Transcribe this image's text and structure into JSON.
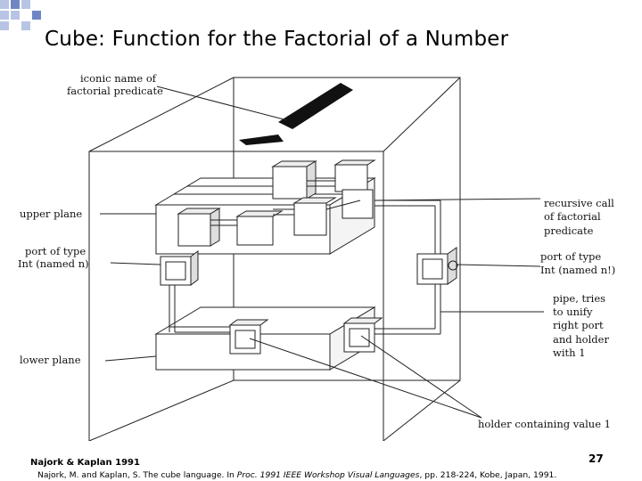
{
  "slide": {
    "title": "Cube: Function for the Factorial of a Number",
    "citation_short": "Najork & Kaplan 1991",
    "citation_full_prefix": "Najork, M. and Kaplan, S. The cube language. In ",
    "citation_full_italic": "Proc. 1991 IEEE Workshop Visual Languages",
    "citation_full_suffix": ", pp. 218-224, Kobe, Japan, 1991.",
    "page_number": "27"
  },
  "figure": {
    "labels": {
      "iconic_name_1": "iconic name of",
      "iconic_name_2": "factorial predicate",
      "upper_plane": "upper plane",
      "port_left_1": "port of type",
      "port_left_2": "Int (named n)",
      "lower_plane": "lower plane",
      "recursive_1": "recursive call",
      "recursive_2": "of factorial",
      "recursive_3": "predicate",
      "port_right_1": "port of type",
      "port_right_2": "Int (named n!)",
      "pipe_1": "pipe, tries",
      "pipe_2": "to unify",
      "pipe_3": "right port",
      "pipe_4": "and holder",
      "pipe_5": "with 1",
      "holder": "holder containing value 1"
    }
  },
  "theme": {
    "corner_light": "#b7c4e3",
    "corner_dark": "#6f86c4",
    "line_color": "#222222"
  }
}
